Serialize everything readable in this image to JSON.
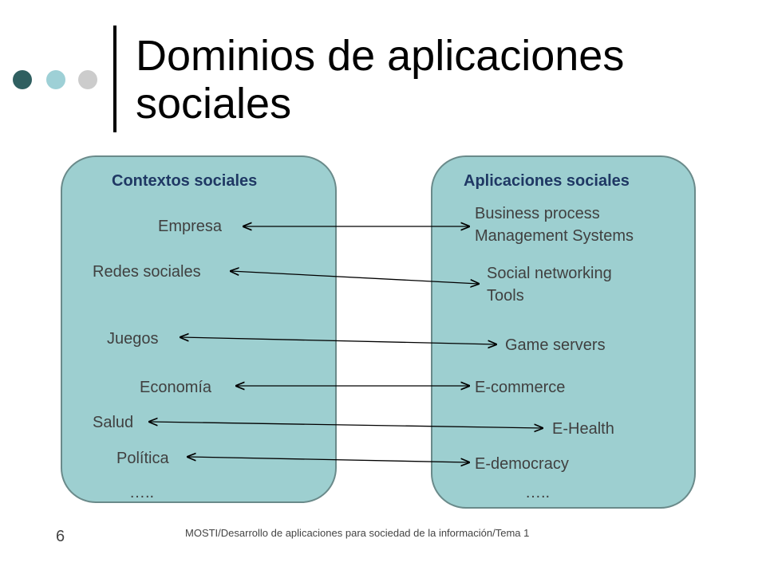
{
  "slide": {
    "title": "Dominios de aplicaciones sociales",
    "page_number": "6",
    "footer": "MOSTI/Desarrollo de aplicaciones para sociedad de la información/Tema 1"
  },
  "colors": {
    "dot_dark": "#2f5f60",
    "dot_mid": "#9ed0d6",
    "dot_light": "#cccccc",
    "box_fill": "#9dcfd0",
    "box_title": "#1f3864",
    "item_text": "#404040"
  },
  "left_box": {
    "title": "Contextos sociales",
    "items": [
      "Empresa",
      "Redes sociales",
      "Juegos",
      "Economía",
      "Salud",
      "Política",
      "….."
    ]
  },
  "right_box": {
    "title": "Aplicaciones sociales",
    "items": [
      "Business process\nManagement Systems",
      "Social networking\nTools",
      "Game servers",
      "E-commerce",
      "E-Health",
      "E-democracy",
      "….."
    ]
  }
}
